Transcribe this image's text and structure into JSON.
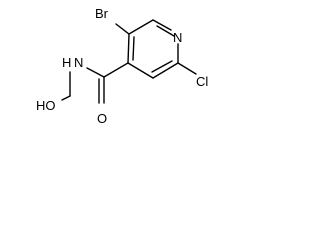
{
  "structure": {
    "atoms": {
      "bromine": "Br",
      "ring_nitrogen": "N",
      "chlorine": "Cl",
      "amide_oxygen": "O",
      "amide_nh": "H",
      "amide_n": "N",
      "hydroxyl": "HO"
    }
  }
}
